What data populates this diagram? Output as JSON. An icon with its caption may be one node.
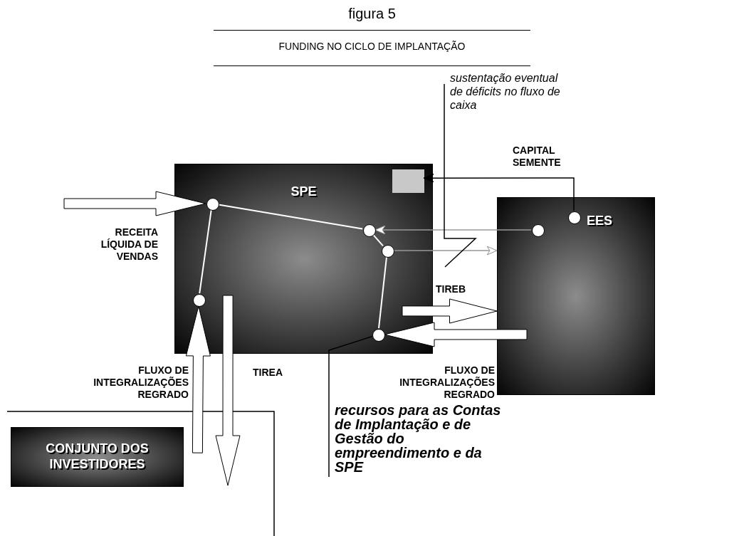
{
  "diagram": {
    "title": "figura 5",
    "nodes": [
      {
        "text": [
          "sustentação eventual de déficits no fluxo de caixa"
        ]
      },
      {
        "text": [
          "SPE"
        ]
      },
      {
        "text": [],
        "shape": "box",
        "in": 1
      },
      {
        "text": [],
        "shape": "circle",
        "in": 1
      },
      {
        "text": [],
        "shape": "circle",
        "in": 1
      },
      {
        "text": [],
        "shape": "circle",
        "in": 1
      },
      {
        "text": [],
        "shape": "circle",
        "in": 1
      },
      {
        "text": [],
        "shape": "circle",
        "in": 1
      },
      {
        "text": [
          "EES"
        ]
      },
      {
        "text": [],
        "shape": "circle",
        "in": 8
      },
      {
        "text": [],
        "shape": "circle",
        "in": 8
      },
      {
        "text": [
          "CONJUNTO DOS INVESTIDORES"
        ]
      },
      {
        "text": [
          "recursos para as Contas de Implantação e de Gestão do empreendimento e da SPE"
        ]
      }
    ],
    "edges": [
      {
        "from": null,
        "to": 3,
        "arrow": "to",
        "style": "thick",
        "label": "RECEITA LÍQUIDA DE VENDAS"
      },
      {
        "from": 9,
        "to": 2,
        "arrow": "to",
        "label": "CAPITAL SEMENTE",
        "color": "#000000"
      },
      {
        "from": 10,
        "to": 4,
        "arrow": "to",
        "color": "#999999"
      },
      {
        "from": 5,
        "to": 8,
        "arrow": "to",
        "color": "#999999"
      },
      {
        "from": 3,
        "to": 4,
        "arrow": "none",
        "color": "#ffffff"
      },
      {
        "from": 4,
        "to": 5,
        "arrow": "none",
        "color": "#ffffff"
      },
      {
        "from": 5,
        "to": 7,
        "arrow": "none",
        "color": "#ffffff"
      },
      {
        "from": 3,
        "to": 6,
        "arrow": "none",
        "color": "#ffffff"
      },
      {
        "from": 11,
        "to": 6,
        "arrow": "to",
        "style": "thick",
        "label": "FLUXO DE INTEGRALIZAÇÕES REGRADO"
      },
      {
        "from": 1,
        "to": 11,
        "arrow": "to",
        "style": "thick",
        "label": "TIREA"
      },
      {
        "from": 1,
        "to": 8,
        "arrow": "to",
        "style": "thick",
        "label": "TIREB"
      },
      {
        "from": 8,
        "to": 7,
        "arrow": "to",
        "style": "thick",
        "label": "FLUXO DE INTEGRALIZAÇÕES REGRADO"
      },
      {
        "from": 0,
        "to": null,
        "arrow": "none",
        "color": "#000000"
      },
      {
        "from": 12,
        "to": 7,
        "arrow": "none",
        "color": "#000000"
      }
    ],
    "labels": [
      "FUNDING NO CICLO DE IMPLANTAÇÃO"
    ]
  }
}
